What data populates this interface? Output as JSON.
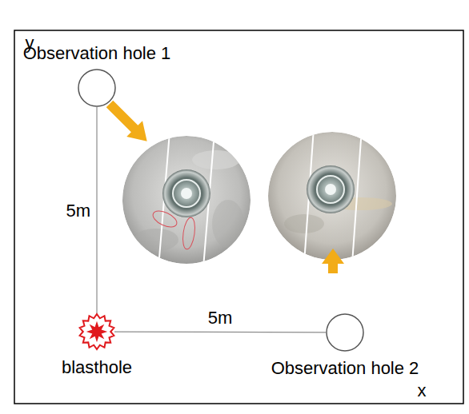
{
  "diagram": {
    "nodes": [
      {
        "text": [
          "Observation hole 1"
        ]
      },
      {
        "text": [
          "blasthole"
        ]
      },
      {
        "text": [
          "Observation hole 2"
        ]
      }
    ],
    "edges": [
      {
        "from": 0,
        "to": 1,
        "label": "5m",
        "arrow": "none"
      },
      {
        "from": 1,
        "to": 2,
        "label": "5m",
        "arrow": "none"
      }
    ],
    "labels": [
      "y",
      "x"
    ]
  }
}
